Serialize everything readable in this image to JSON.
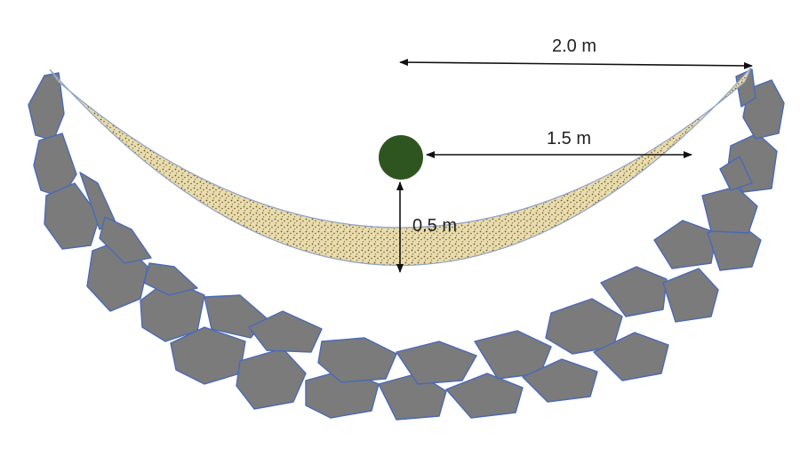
{
  "labels": {
    "width": "2.0 m",
    "radius": "1.5 m",
    "height": "0.5 m"
  },
  "colors": {
    "rock_fill": "#7b7b7b",
    "rock_outline": "#4a69b8",
    "sand_fill": "#e9dcae",
    "sand_speckle": "#6b5a2a",
    "ball": "#2e5520",
    "arrow": "#111111"
  }
}
